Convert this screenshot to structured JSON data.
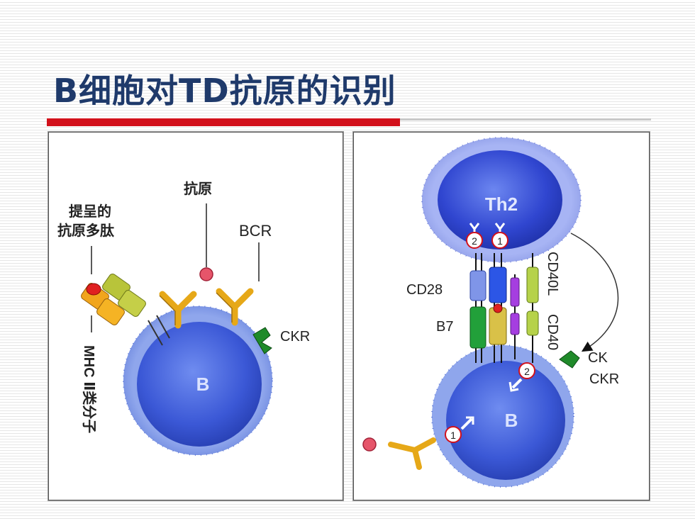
{
  "slide": {
    "title": "B细胞对TD抗原的识别"
  },
  "left_panel": {
    "label_antigen": "抗原",
    "label_peptide_line1": "提呈的",
    "label_peptide_line2": "抗原多肽",
    "label_bcr": "BCR",
    "label_ckr": "CKR",
    "label_mhc": "MHC Ⅱ类分子",
    "cell_label": "B"
  },
  "right_panel": {
    "th2_label": "Th2",
    "b_label": "B",
    "label_cd28": "CD28",
    "label_b7": "B7",
    "label_cd40l": "CD40L",
    "label_cd40": "CD40",
    "label_ck": "CK",
    "label_ckr": "CKR",
    "step1": "1",
    "step2": "2"
  },
  "colors": {
    "title": "#1f3a6b",
    "rule_red": "#d2111b",
    "cell_blue": "#3b58d6",
    "antibody_yellow": "#e6a818",
    "ckr_green": "#1f8a2a",
    "antigen_pink": "#e6556a"
  }
}
